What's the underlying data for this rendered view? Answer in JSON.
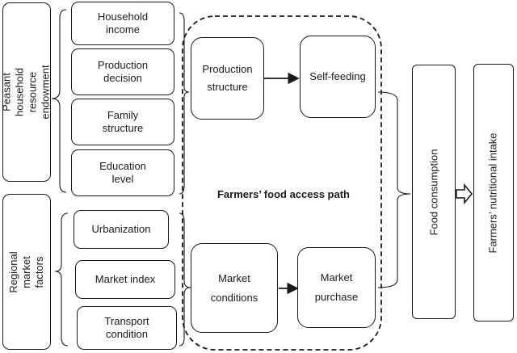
{
  "groups": {
    "household": {
      "label": "Peasant household resource\nendowment"
    },
    "market": {
      "label": "Regional market factors"
    }
  },
  "factors": {
    "household_income": "Household\nincome",
    "production_decision": "Production\ndecision",
    "family_structure": "Family\nstructure",
    "education_level": "Education\nlevel",
    "urbanization": "Urbanization",
    "market_index": "Market index",
    "transport_condition": "Transport\ncondition"
  },
  "path": {
    "title": "Farmers’ food access path",
    "production_structure": "Production\nstructure",
    "self_feeding": "Self-feeding",
    "market_conditions": "Market\nconditions",
    "market_purchase": "Market\npurchase"
  },
  "outcomes": {
    "food_consumption": "Food consumption",
    "nutritional_intake": "Farmers’ nutritional intake"
  }
}
